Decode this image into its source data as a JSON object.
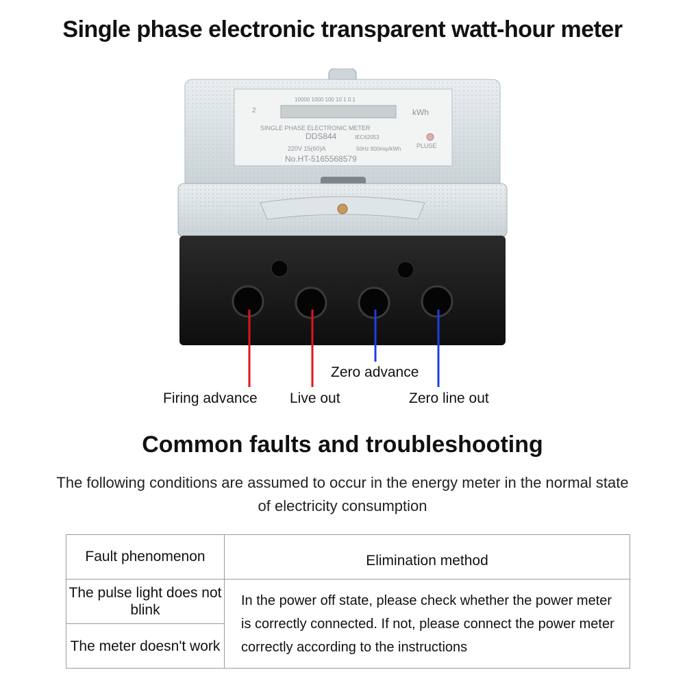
{
  "title": "Single phase electronic transparent watt-hour meter",
  "meter_plate": {
    "dial_scale": "10000 1000 100 10 1 0.1",
    "indicator": "2",
    "unit": "kWh",
    "heading": "SINGLE PHASE ELECTRONIC METER",
    "model": "DDS844",
    "standard": "IEC62053",
    "rating": "220V 15(60)A",
    "frequency": "50Hz 800imp/kWh",
    "pulse_label": "PLUSE",
    "serial": "No.HT-5165568579"
  },
  "wire_labels": {
    "firing_advance": "Firing advance",
    "live_out": "Live out",
    "zero_advance": "Zero advance",
    "zero_line_out": "Zero line out"
  },
  "colors": {
    "live_wire": "#e0151c",
    "zero_wire": "#1c3fe0"
  },
  "section_title": "Common faults and troubleshooting",
  "subtitle": "The following conditions are assumed to occur in the energy meter in the normal state of electricity consumption",
  "table": {
    "header_fault": "Fault phenomenon",
    "header_method": "Elimination method",
    "fault_1": "The pulse light does not blink",
    "fault_2": "The meter doesn't work",
    "method": "In the power off state, please check whether the power meter is correctly connected. If not, please connect the power meter correctly according to the instructions"
  }
}
